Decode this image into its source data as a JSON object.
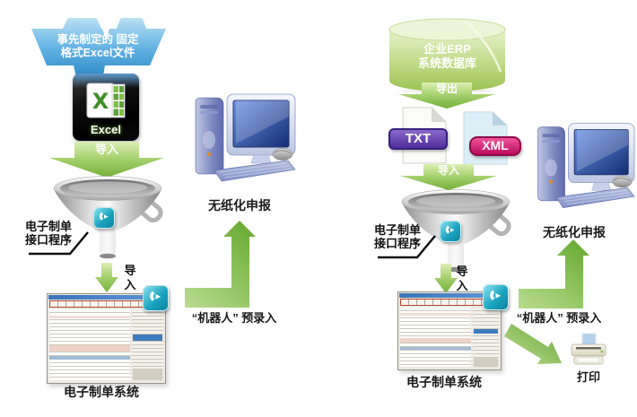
{
  "diagram": {
    "left_flow": {
      "banner": {
        "line1": "事先制定的 固定",
        "line2": "格式Excel文件"
      },
      "excel_label": "Excel",
      "import1_label": "导入",
      "interface_label": {
        "line1": "电子制单",
        "line2": "接口程序"
      },
      "import2": {
        "char1": "导",
        "char2": "入"
      },
      "system_label": "电子制单系统",
      "paperless_label": "无纸化申报",
      "robot_label": "“机器人” 预录入"
    },
    "right_flow": {
      "database": {
        "line1": "企业ERP",
        "line2": "系统数据库"
      },
      "export_label": "导出",
      "txt_label": "TXT",
      "xml_label": "XML",
      "import1_label": "导入",
      "interface_label": {
        "line1": "电子制单",
        "line2": "接口程序"
      },
      "import2": {
        "char1": "导",
        "char2": "入"
      },
      "system_label": "电子制单系统",
      "paperless_label": "无纸化申报",
      "robot_label": "“机器人” 预录入",
      "print_label": "打印"
    },
    "colors": {
      "banner_blue": "#2f8cc9",
      "arrow_green": "#7fb93e",
      "badge_teal": "#17a2bd",
      "txt_purple": "#4f2c9a",
      "xml_pink": "#bb0c5e",
      "cylinder_green": "#a6ca60"
    }
  }
}
